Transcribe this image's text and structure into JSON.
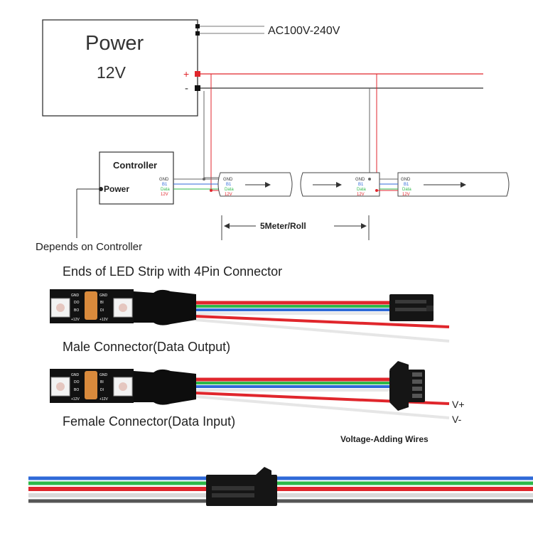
{
  "power_supply": {
    "title": "Power",
    "voltage": "12V",
    "input_label": "AC100V-240V",
    "plus": "+",
    "minus": "-"
  },
  "controller": {
    "title": "Controller",
    "power": "Power",
    "pins": [
      "GND",
      "B1",
      "Data",
      "12V"
    ],
    "note": "Depends on Controller"
  },
  "strip_diagram": {
    "pins": [
      "GND",
      "B1",
      "Data",
      "12V"
    ],
    "length_label": "5Meter/Roll"
  },
  "photo_section": {
    "heading": "Ends of LED Strip with 4Pin Connector",
    "male_label": "Male Connector(Data Output)",
    "female_label": "Female Connector(Data Input)",
    "voltage_wires_label": "Voltage-Adding Wires",
    "v_plus": "V+",
    "v_minus": "V-",
    "pcb_left": [
      "GND",
      "DO",
      "BO",
      "+12V"
    ],
    "pcb_right": [
      "GND",
      "BI",
      "DI",
      "+12V"
    ]
  },
  "colors": {
    "positive_wire": "#e0262c",
    "negative_wire": "#333333",
    "data_wire": "#2db84a",
    "b1_wire": "#2f6ad8",
    "pcb": "#111111",
    "copper_pad": "#d98a3c"
  }
}
